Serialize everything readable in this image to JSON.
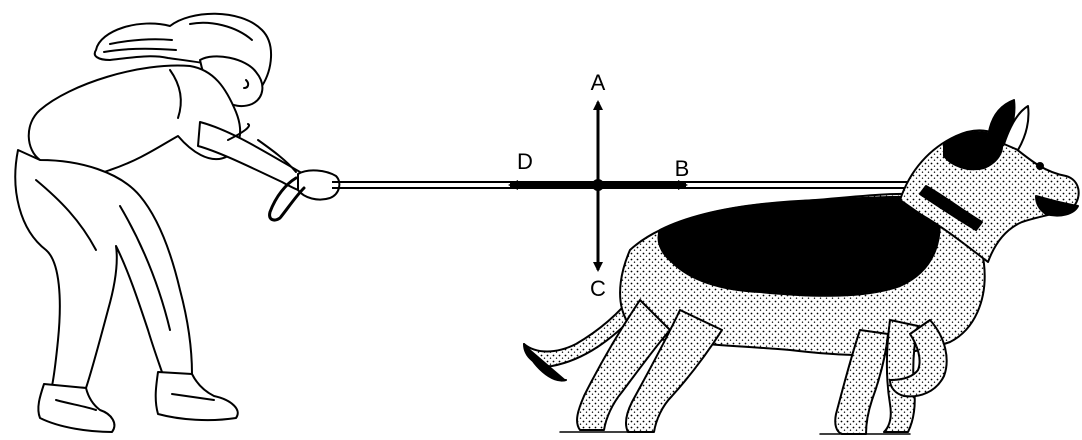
{
  "diagram": {
    "labels": {
      "a": "A",
      "b": "B",
      "c": "C",
      "d": "D"
    },
    "figures": [
      "person-pulling",
      "german-shepherd-dog"
    ],
    "colors": {
      "ink": "#000000",
      "background": "#ffffff"
    }
  }
}
